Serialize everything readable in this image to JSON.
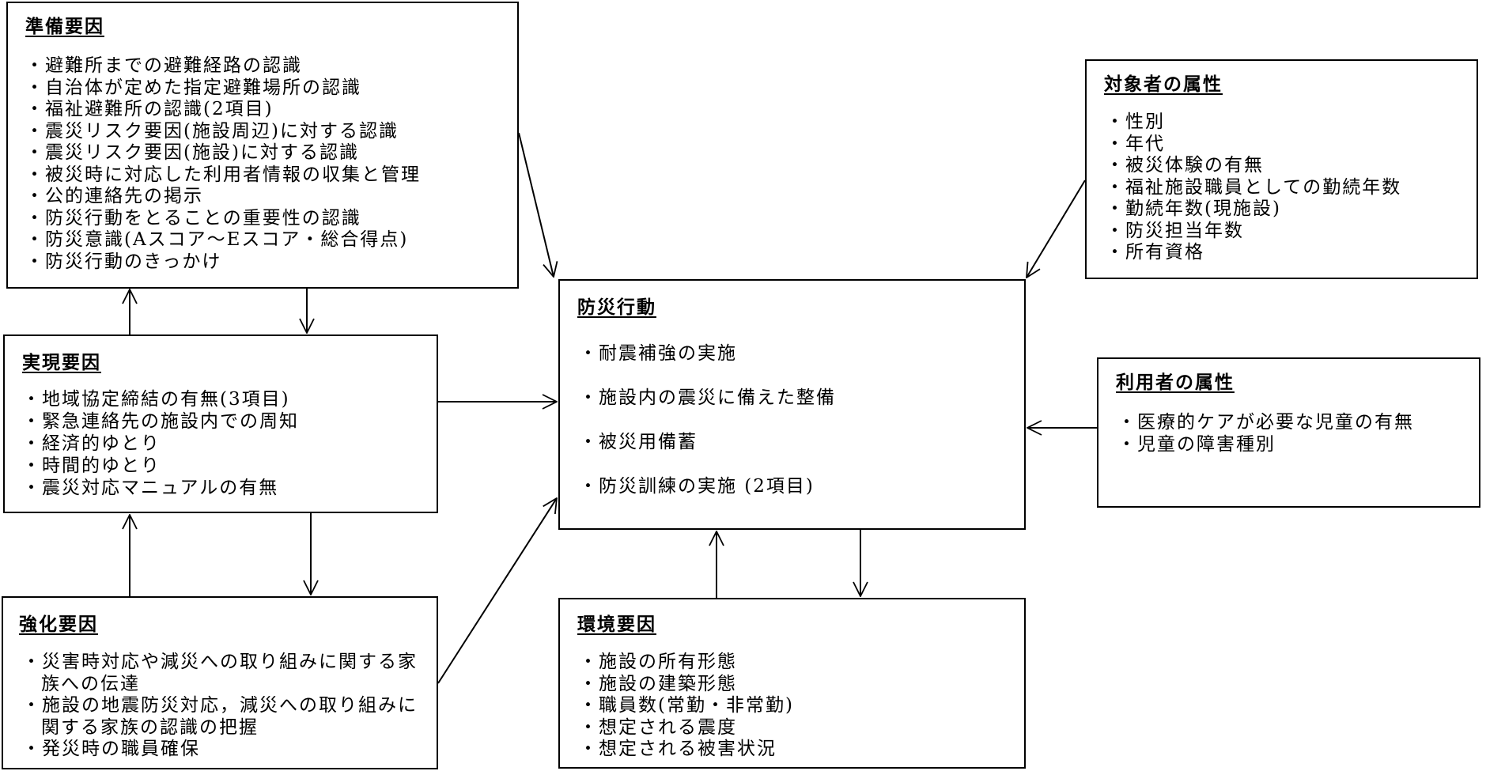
{
  "junbi": {
    "title": "準備要因",
    "items": [
      "・避難所までの避難経路の認識",
      "・自治体が定めた指定避難場所の認識",
      "・福祉避難所の認識(2項目)",
      "・震災リスク要因(施設周辺)に対する認識",
      "・震災リスク要因(施設)に対する認識",
      "・被災時に対応した利用者情報の収集と管理",
      "・公的連絡先の掲示",
      "・防災行動をとることの重要性の認識",
      "・防災意識(Aスコア～Eスコア・総合得点)",
      "・防災行動のきっかけ"
    ]
  },
  "jitsugen": {
    "title": "実現要因",
    "items": [
      "・地域協定締結の有無(3項目)",
      "・緊急連絡先の施設内での周知",
      "・経済的ゆとり",
      "・時間的ゆとり",
      "・震災対応マニュアルの有無"
    ]
  },
  "kyouka": {
    "title": "強化要因",
    "items": [
      "・災害時対応や減災への取り組みに関する家族への伝達",
      "・施設の地震防災対応，減災への取り組みに関する家族の認識の把握",
      "・発災時の職員確保"
    ]
  },
  "bousai": {
    "title": "防災行動",
    "items": [
      "・耐震補強の実施",
      "・施設内の震災に備えた整備",
      "・被災用備蓄",
      "・防災訓練の実施 (2項目)"
    ]
  },
  "kankyou": {
    "title": "環境要因",
    "items": [
      "・施設の所有形態",
      "・施設の建築形態",
      "・職員数(常勤・非常勤)",
      "・想定される震度",
      "・想定される被害状況"
    ]
  },
  "taishousha": {
    "title": "対象者の属性",
    "items": [
      "・性別",
      "・年代",
      "・被災体験の有無",
      "・福祉施設職員としての勤続年数",
      "・勤続年数(現施設)",
      "・防災担当年数",
      "・所有資格"
    ]
  },
  "riyousha": {
    "title": "利用者の属性",
    "items": [
      "・医療的ケアが必要な児童の有無",
      "・児童の障害種別"
    ]
  }
}
